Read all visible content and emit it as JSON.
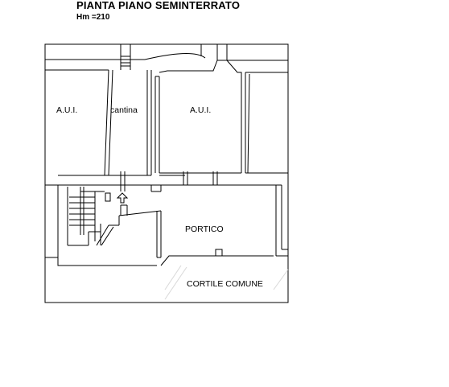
{
  "header": {
    "title": "PIANTA PIANO SEMINTERRATO",
    "height_note": "Hm =210"
  },
  "rooms": {
    "aui_left": "A.U.I.",
    "cantina": "cantina",
    "aui_center": "A.U.I.",
    "portico": "PORTICO",
    "cortile": "CORTILE COMUNE"
  },
  "colors": {
    "line": "#000000",
    "background": "#ffffff"
  }
}
